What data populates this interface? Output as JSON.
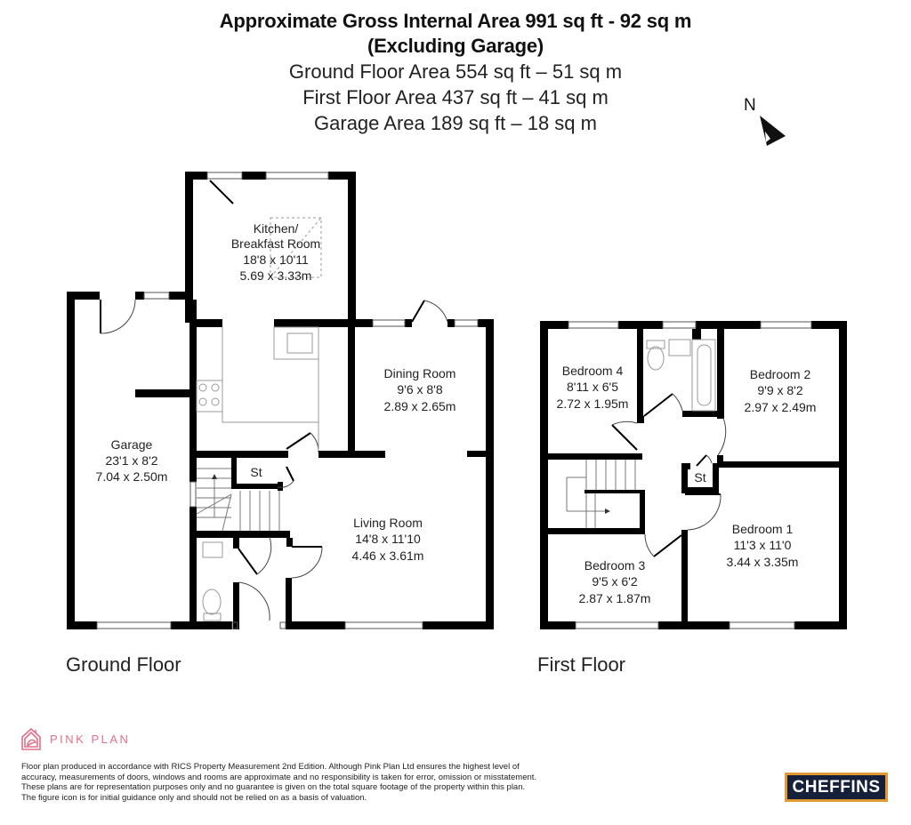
{
  "header": {
    "title_line1": "Approximate Gross Internal Area 991 sq ft - 92 sq m",
    "title_line2": "(Excluding Garage)",
    "ground_floor_area": "Ground Floor Area 554 sq ft – 51 sq m",
    "first_floor_area": "First Floor Area 437 sq ft – 41 sq m",
    "garage_area": "Garage Area 189 sq ft – 18 sq m"
  },
  "compass": {
    "label": "N",
    "icon": "north-arrow-icon"
  },
  "ground_floor": {
    "label": "Ground Floor",
    "rooms": [
      {
        "name_line1": "Kitchen/",
        "name_line2": "Breakfast Room",
        "imperial": "18'8 x 10'11",
        "metric": "5.69 x 3.33m"
      },
      {
        "name": "Garage",
        "imperial": "23'1 x 8'2",
        "metric": "7.04 x 2.50m"
      },
      {
        "name": "Dining Room",
        "imperial": "9'6 x 8'8",
        "metric": "2.89 x 2.65m"
      },
      {
        "name": "Living Room",
        "imperial": "14'8 x 11'10",
        "metric": "4.46 x 3.61m"
      },
      {
        "name": "St"
      }
    ]
  },
  "first_floor": {
    "label": "First Floor",
    "rooms": [
      {
        "name": "Bedroom 4",
        "imperial": "8'11 x 6'5",
        "metric": "2.72 x 1.95m"
      },
      {
        "name": "Bedroom 2",
        "imperial": "9'9 x 8'2",
        "metric": "2.97 x 2.49m"
      },
      {
        "name": "Bedroom 1",
        "imperial": "11'3 x 11'0",
        "metric": "3.44 x 3.35m"
      },
      {
        "name": "Bedroom 3",
        "imperial": "9'5 x 6'2",
        "metric": "2.87 x 1.87m"
      },
      {
        "name": "St"
      }
    ]
  },
  "footer": {
    "brand": "PINK PLAN",
    "brand_color": "#e0708c",
    "disclaimer": "Floor plan produced in accordance with RICS Property Measurement 2nd Edition. Although Pink Plan Ltd ensures the highest level of accuracy, measurements of doors, windows and rooms are approximate and no responsibility is taken for error, omission or misstatement. These plans are for representation purposes only and no guarantee is given on the total square footage of the property within this plan. The figure icon is for initial guidance only and should not be relied on as a basis of valuation.",
    "agent_logo": "CHEFFINS",
    "agent_bg": "#17203b",
    "agent_border": "#e19a33"
  }
}
